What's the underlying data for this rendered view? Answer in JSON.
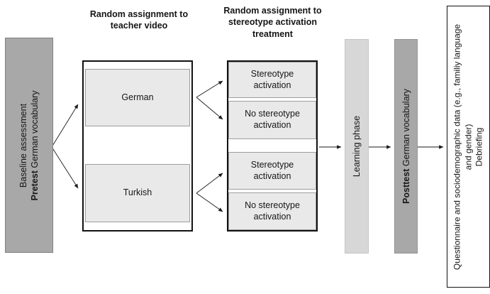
{
  "headers": {
    "teacher": "Random assignment to teacher video",
    "treatment": "Random assignment to stereotype activation treatment"
  },
  "pretest": {
    "line1": "Baseline assessment",
    "bold": "Pretest",
    "rest": " German vocabulary"
  },
  "teacher_groups": {
    "german": "German",
    "turkish": "Turkish"
  },
  "treatment_groups": {
    "german_stereotype": "Stereotype activation",
    "german_no_stereotype": "No stereotype activation",
    "turkish_stereotype": "Stereotype activation",
    "turkish_no_stereotype": "No stereotype activation"
  },
  "learning": {
    "label": "Learning phase"
  },
  "posttest": {
    "bold": "Posttest",
    "rest": " German vocabulary"
  },
  "questionnaire": {
    "line1": "Questionnaire and sociodemographic data (e.g., familiy language and gender)",
    "line2": "Debriefing"
  },
  "colors": {
    "dark_bar": "#a8a8a8",
    "light_bar": "#d7d7d7",
    "group_box_fill": "#e9e9e9",
    "group_box_border": "#9d9d9d",
    "outer_box_border": "#111111",
    "arrow": "#1a1a1a"
  }
}
